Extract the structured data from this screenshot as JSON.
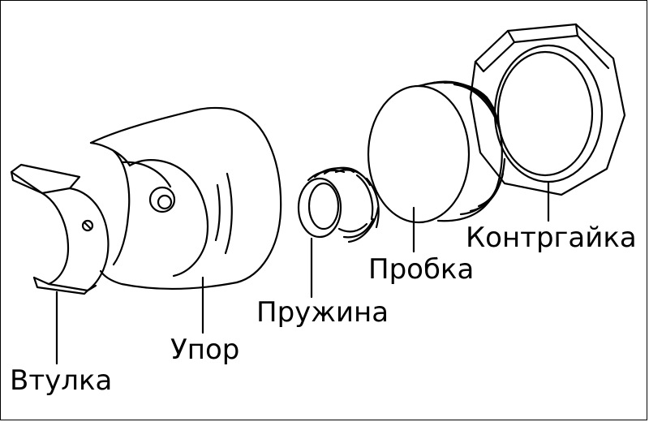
{
  "labels": {
    "vtulka": "Втулка",
    "upor": "Упор",
    "pruzhina": "Пружина",
    "probka": "Пробка",
    "kontrgaika": "Контргайка"
  },
  "colors": {
    "ink": "#000000",
    "paper": "#ffffff"
  }
}
